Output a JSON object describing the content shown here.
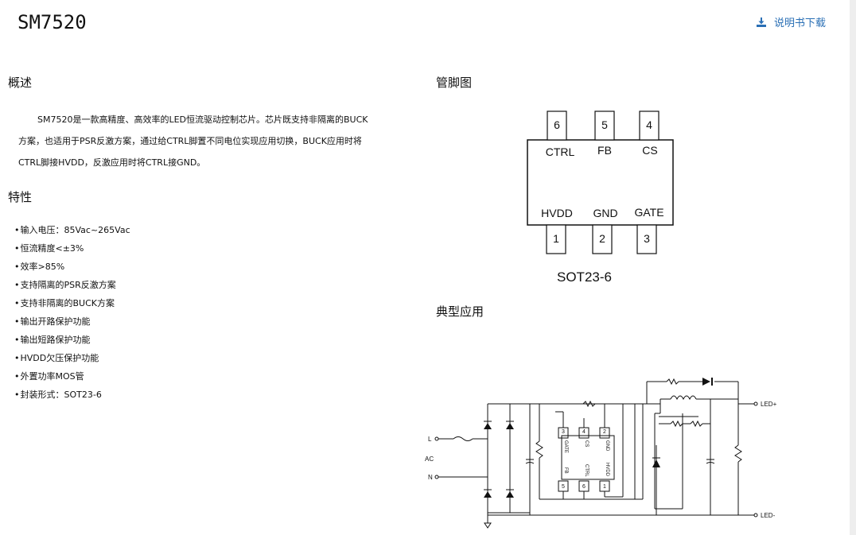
{
  "header": {
    "title": "SM7520",
    "download_label": "说明书下载"
  },
  "overview": {
    "heading": "概述",
    "lines": [
      "SM7520是一款高精度、高效率的LED恒流驱动控制芯片。芯片既支持非隔离的BUCK",
      "方案，也适用于PSR反激方案，通过给CTRL脚置不同电位实现应用切换，BUCK应用时将",
      "CTRL脚接HVDD，反激应用时将CTRL接GND。"
    ]
  },
  "features": {
    "heading": "特性",
    "items": [
      "输入电压：85Vac~265Vac",
      "恒流精度<±3%",
      "效率>85%",
      "支持隔离的PSR反激方案",
      "支持非隔离的BUCK方案",
      "输出开路保护功能",
      "输出短路保护功能",
      "HVDD欠压保护功能",
      "外置功率MOS管",
      "封装形式：SOT23-6"
    ]
  },
  "pinout": {
    "heading": "管脚图",
    "top_pins": [
      {
        "num": "6",
        "name": "CTRL"
      },
      {
        "num": "5",
        "name": "FB"
      },
      {
        "num": "4",
        "name": "CS"
      }
    ],
    "bottom_pins": [
      {
        "num": "1",
        "name": "HVDD"
      },
      {
        "num": "2",
        "name": "GND"
      },
      {
        "num": "3",
        "name": "GATE"
      }
    ],
    "package": "SOT23-6"
  },
  "application": {
    "heading": "典型应用",
    "labels": {
      "l": "L",
      "ac": "AC",
      "n": "N",
      "led_plus": "LED+",
      "led_minus": "LED-",
      "ic_top": [
        "GATE",
        "CS",
        "GND"
      ],
      "ic_top_nums": [
        "3",
        "4",
        "2"
      ],
      "ic_bottom": [
        "FB",
        "CTRL",
        "HVDD"
      ],
      "ic_bottom_nums": [
        "5",
        "6",
        "1"
      ]
    }
  },
  "colors": {
    "accent": "#2a6fb5",
    "text": "#111111"
  }
}
